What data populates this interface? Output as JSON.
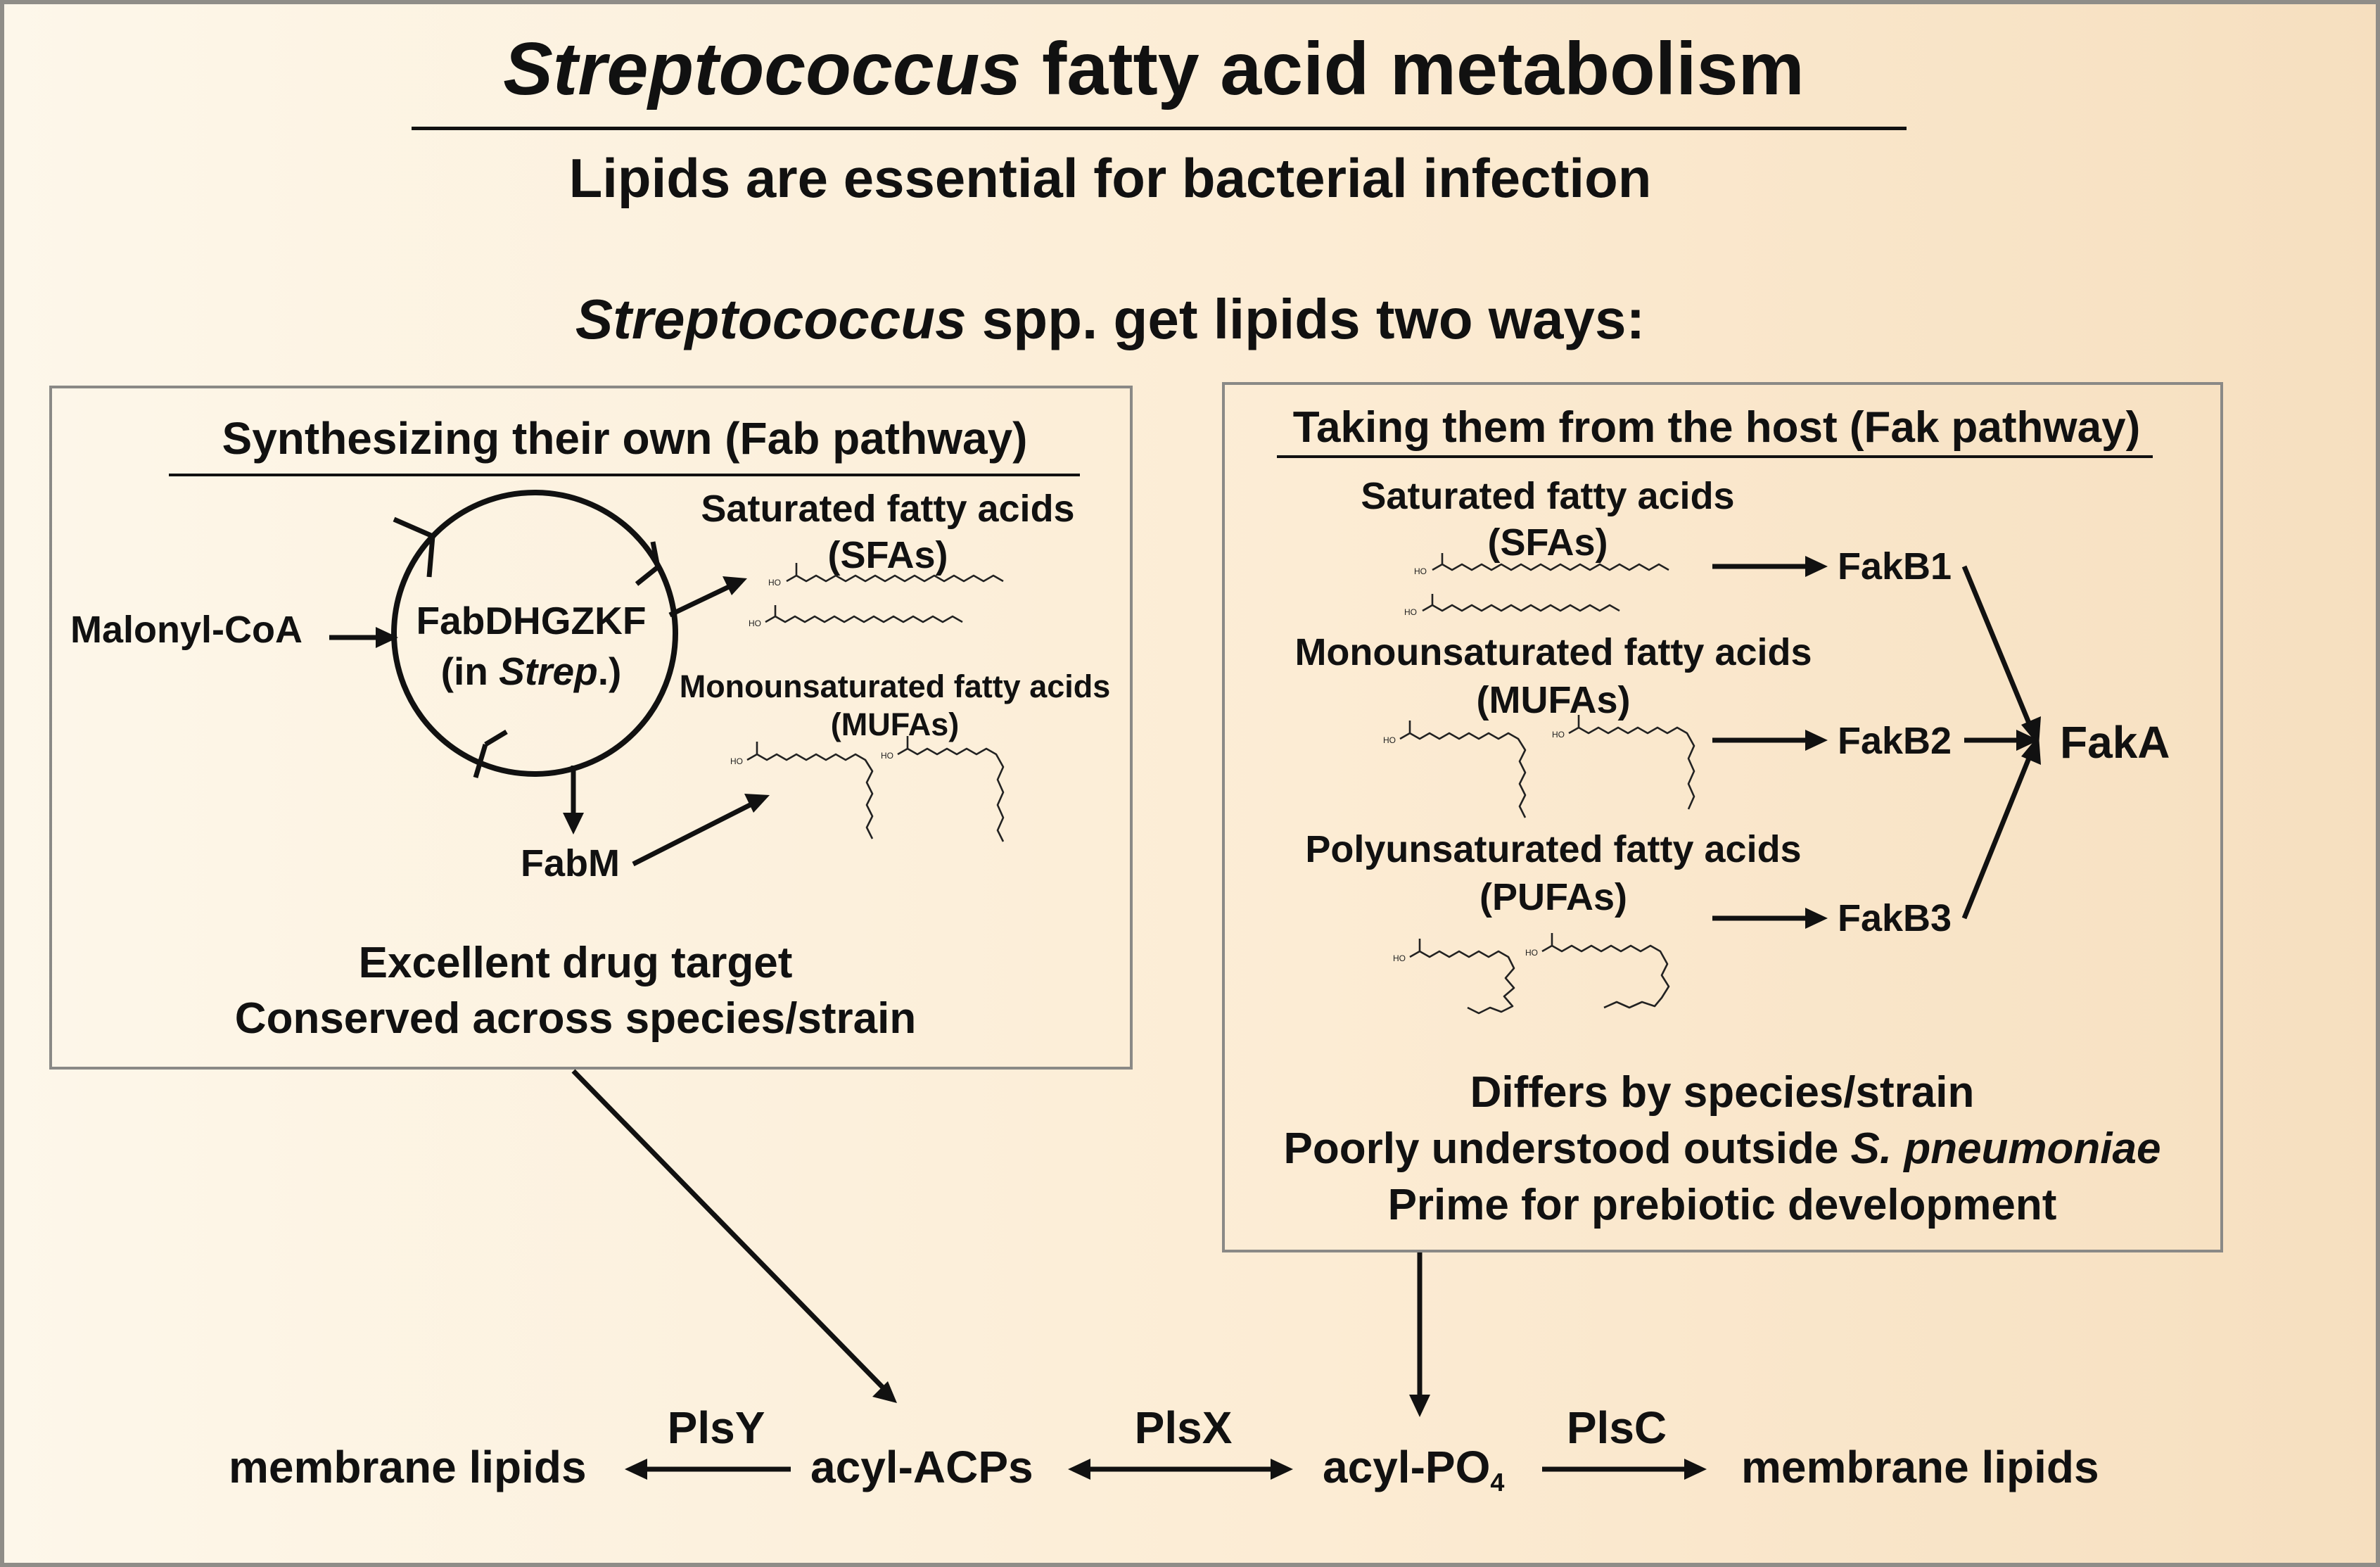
{
  "title": {
    "italic": "Streptococcus",
    "rest": " fatty acid metabolism"
  },
  "subtitle": "Lipids are essential for bacterial infection",
  "subheading": {
    "italic": "Streptococcus",
    "rest": " spp. get lipids two ways:"
  },
  "fab_box": {
    "heading": "Synthesizing their own (Fab pathway)",
    "malonyl": "Malonyl-CoA",
    "cycle_label_1": "FabDHGZKF",
    "cycle_label_2_pre": "(in ",
    "cycle_label_2_italic": "Strep",
    "cycle_label_2_post": ".)",
    "fabm": "FabM",
    "sfa_1": "Saturated fatty acids",
    "sfa_2": "(SFAs)",
    "mufa_1": "Monounsaturated fatty acids",
    "mufa_2": "(MUFAs)",
    "note_1": "Excellent drug target",
    "note_2": "Conserved across species/strain"
  },
  "fak_box": {
    "heading": "Taking them from the host (Fak pathway)",
    "sfa_1": "Saturated fatty acids",
    "sfa_2": "(SFAs)",
    "mufa_1": "Monounsaturated fatty acids",
    "mufa_2": "(MUFAs)",
    "pufa_1": "Polyunsaturated fatty acids",
    "pufa_2": "(PUFAs)",
    "fakb1": "FakB1",
    "fakb2": "FakB2",
    "fakb3": "FakB3",
    "faka": "FakA",
    "note_1": "Differs by species/strain",
    "note_2_pre": "Poorly understood outside ",
    "note_2_italic": "S. pneumoniae",
    "note_3": "Prime for prebiotic development"
  },
  "bottom": {
    "membrane_left": "membrane lipids",
    "plsy": "PlsY",
    "acyl_acps": "acyl-ACPs",
    "plsx": "PlsX",
    "acyl_po_main": "acyl-PO",
    "acyl_po_sub": "4",
    "plsc": "PlsC",
    "membrane_right": "membrane lipids"
  },
  "molecule_label": "HO",
  "colors": {
    "background": "#fcecd4",
    "box_border": "#8a8986",
    "ink": "#111111"
  }
}
